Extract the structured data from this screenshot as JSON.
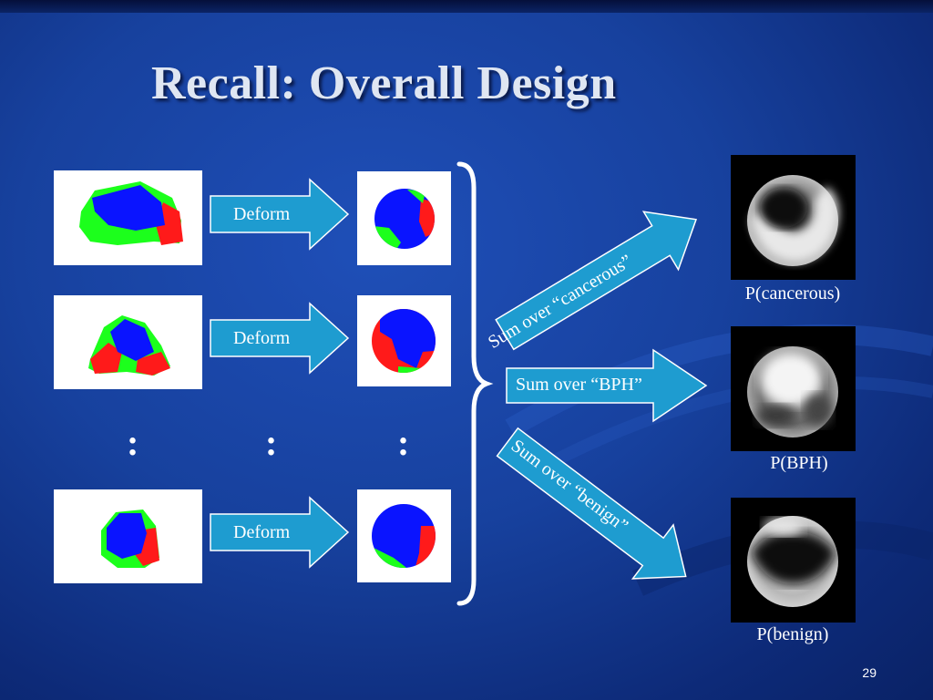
{
  "slide": {
    "title": "Recall: Overall Design",
    "page_number": "29"
  },
  "deform_arrows": [
    {
      "label": "Deform"
    },
    {
      "label": "Deform"
    },
    {
      "label": "Deform"
    }
  ],
  "sum_arrows": [
    {
      "label": "Sum over “cancerous”"
    },
    {
      "label": "Sum over “BPH”"
    },
    {
      "label": "Sum over “benign”"
    }
  ],
  "results": [
    {
      "label": "P(cancerous)"
    },
    {
      "label": "P(BPH)"
    },
    {
      "label": "P(benign)"
    }
  ],
  "ellipsis": ":",
  "colors": {
    "background": "#1a46a8",
    "arrow_fill": "#1e9cd0",
    "segment_blue": "#0a14ff",
    "segment_green": "#1cff1c",
    "segment_red": "#ff1a1a"
  }
}
